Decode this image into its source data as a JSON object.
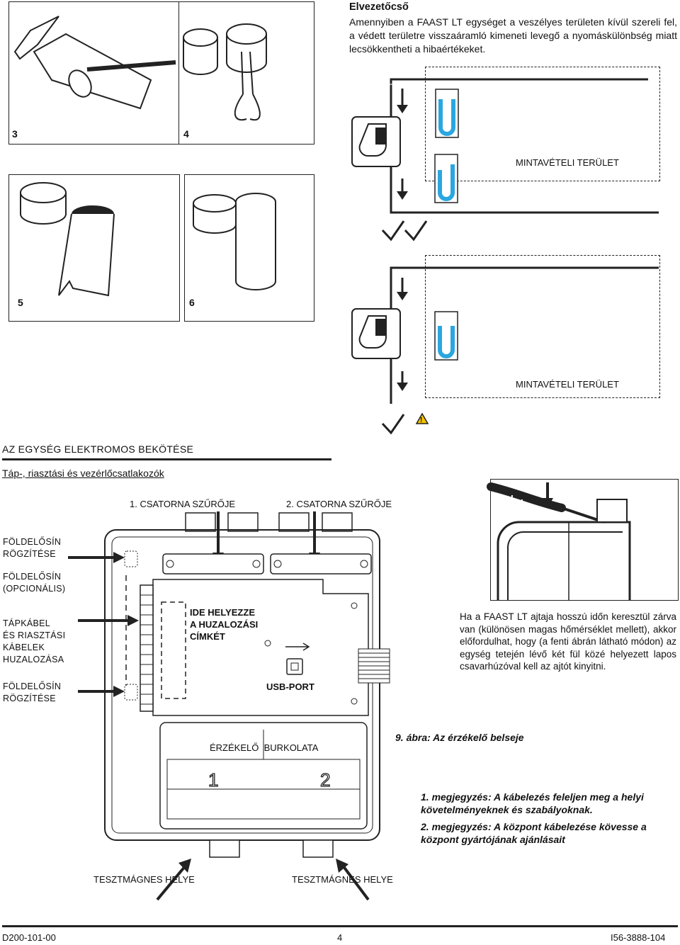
{
  "top_text": {
    "heading": "Elvezetőcső",
    "body": "Amennyiben a FAAST LT egységet a veszélyes területen kívül szereli fel, a védett területre visszaáramló kimeneti levegő a nyomáskülönbség miatt lecsökkentheti a hibaértékeket."
  },
  "steps": {
    "s3": "3",
    "s4": "4",
    "s5": "5",
    "s6": "6"
  },
  "sampling": {
    "area_label_1": "MINTAVÉTELI TERÜLET",
    "area_label_2": "MINTAVÉTELI TERÜLET"
  },
  "section": {
    "title": "AZ EGYSÉG ELEKTROMOS BEKÖTÉSE",
    "subtitle": "Táp-, riasztási és vezérlőcsatlakozók"
  },
  "diagram": {
    "filter1": "1. CSATORNA SZŰRŐJE",
    "filter2": "2. CSATORNA SZŰRŐJE",
    "ground1": "FÖLDELŐSÍN\nRÖGZÍTÉSE",
    "ground_opt": "FÖLDELŐSÍN\n(OPCIONÁLIS)",
    "power": "TÁPKÁBEL\nÉS RIASZTÁSI\nKÁBELEK\nHUZALOZÁSA",
    "ground2": "FÖLDELŐSÍN\nRÖGZÍTÉSE",
    "wiring_label": "IDE HELYEZZE\nA HUZALOZÁSI\nCÍMKÉT",
    "usb": "USB-PORT",
    "sensor_cover": "ÉRZÉKELŐ  BURKOLATA",
    "num1": "1",
    "num2": "2",
    "magnet1": "TESZTMÁGNES HELYE",
    "magnet2": "TESZTMÁGNES HELYE"
  },
  "door_note": "Ha a FAAST LT ajtaja hosszú időn keresztül zárva van (különösen magas hőmérséklet mellett), akkor előfordulhat, hogy (a fenti ábrán látható módon) az egység tetején lévő két fül közé helyezett lapos csavarhúzóval kell az ajtót kinyitni.",
  "figure_caption": "9. ábra: Az érzékelő belseje",
  "notes": {
    "note1": "1. megjegyzés: A kábelezés feleljen meg a helyi követelményeknek és szabályoknak.",
    "note2": "2. megjegyzés: A központ kábelezése kövesse a központ gyártójának ajánlásait"
  },
  "footer": {
    "left": "D200-101-00",
    "center": "4",
    "right": "I56-3888-104"
  },
  "colors": {
    "accent_blue": "#2aa7e0",
    "line": "#222222"
  }
}
